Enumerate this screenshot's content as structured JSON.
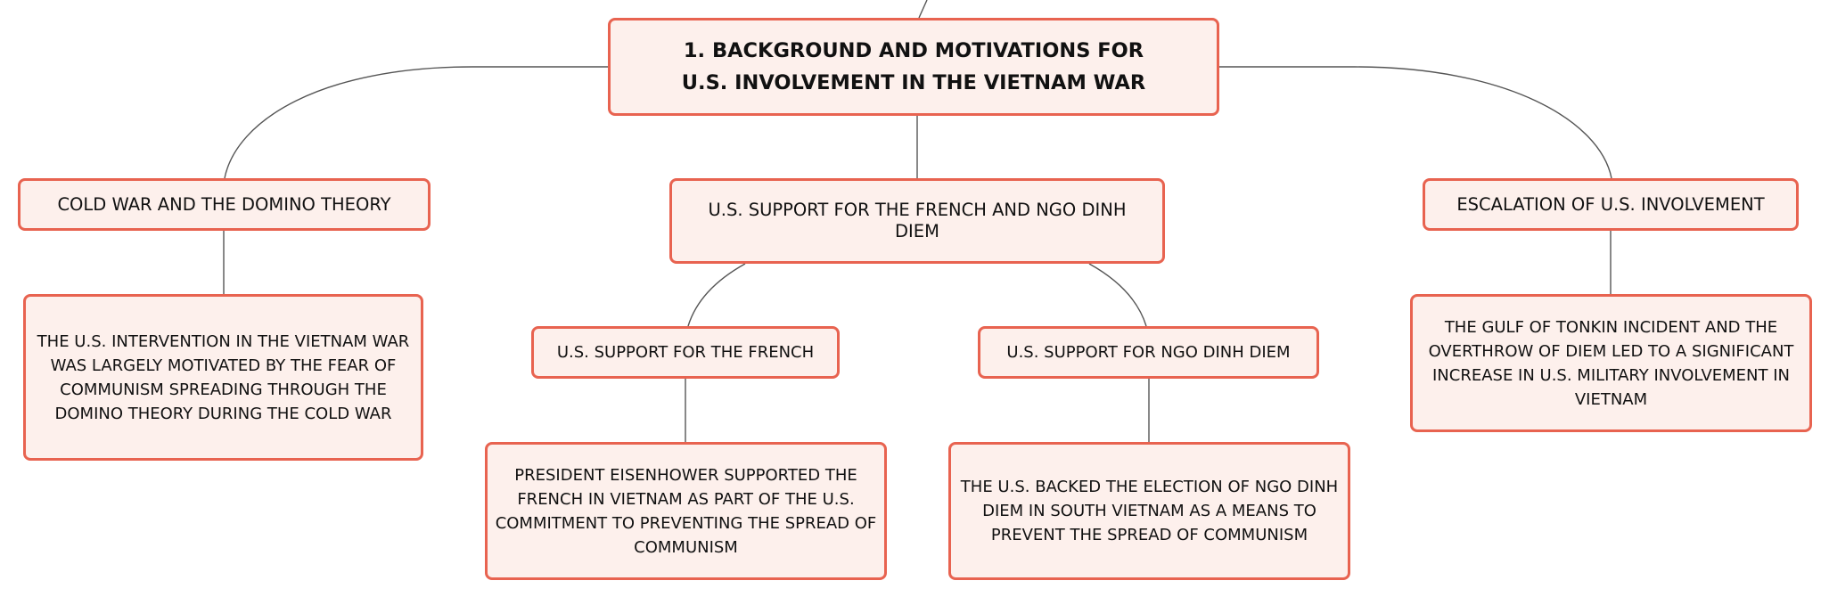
{
  "diagram": {
    "type": "mind-map",
    "colors": {
      "node_border": "#e86350",
      "node_fill": "#fdf0ec",
      "connector": "#555555"
    },
    "root": {
      "label": "1. BACKGROUND AND MOTIVATIONS FOR U.S. INVOLVEMENT IN THE VIETNAM WAR"
    },
    "branches": [
      {
        "label": "COLD WAR AND THE DOMINO THEORY",
        "detail": "THE U.S. INTERVENTION IN THE VIETNAM WAR WAS LARGELY MOTIVATED BY THE FEAR OF COMMUNISM SPREADING THROUGH THE DOMINO THEORY DURING THE COLD WAR"
      },
      {
        "label": "U.S. SUPPORT FOR THE FRENCH AND NGO DINH DIEM",
        "children": [
          {
            "label": "U.S. SUPPORT FOR THE FRENCH",
            "detail": "PRESIDENT EISENHOWER SUPPORTED THE FRENCH IN VIETNAM AS PART OF THE U.S. COMMITMENT TO PREVENTING THE SPREAD OF COMMUNISM"
          },
          {
            "label": "U.S. SUPPORT FOR NGO DINH DIEM",
            "detail": "THE U.S. BACKED THE ELECTION OF NGO DINH DIEM IN SOUTH VIETNAM AS A MEANS TO PREVENT THE SPREAD OF COMMUNISM"
          }
        ]
      },
      {
        "label": "ESCALATION OF U.S. INVOLVEMENT",
        "detail": "THE GULF OF TONKIN INCIDENT AND THE OVERTHROW OF DIEM LED TO A SIGNIFICANT INCREASE IN U.S. MILITARY INVOLVEMENT IN VIETNAM"
      }
    ]
  }
}
